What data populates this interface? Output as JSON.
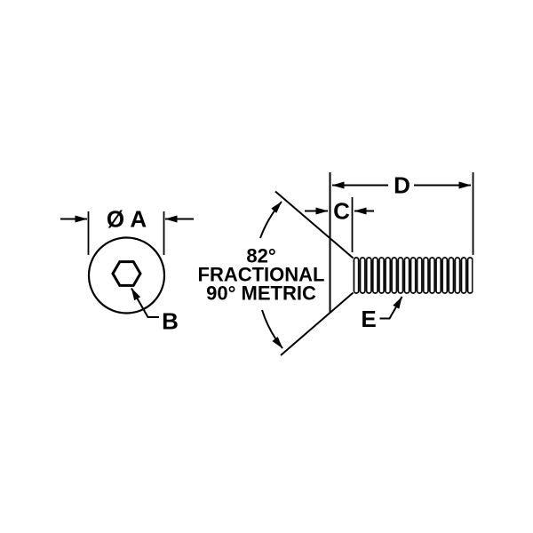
{
  "drawing": {
    "title": "flat-head-socket-screw-dimension-diagram",
    "background_color": "#ffffff",
    "line_color": "#000000",
    "top_view": {
      "diameter_label": "Ø A",
      "socket_label": "B"
    },
    "side_view": {
      "head_height_label": "C",
      "overall_length_label": "D",
      "thread_label": "E",
      "angle_note": {
        "line1": "82°",
        "line2": "FRACTIONAL",
        "line3": "90° METRIC"
      }
    }
  }
}
